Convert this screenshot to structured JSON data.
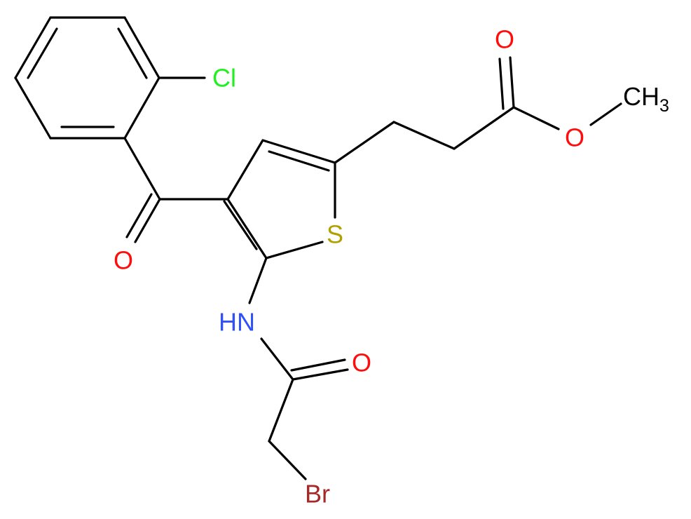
{
  "atoms": {
    "cl": "Cl",
    "o_ketone": "O",
    "s": "S",
    "nh": "HN",
    "o_amide": "O",
    "br": "Br",
    "o_carbonyl": "O",
    "o_ester": "O",
    "ch3_main": "CH",
    "ch3_sub": "3"
  },
  "colors": {
    "bond": "#000000",
    "carbon": "#000000",
    "oxygen": "#ff0d0d",
    "sulfur": "#b2a000",
    "nitrogen": "#3050f8",
    "chlorine": "#1ff01f",
    "bromine": "#a62929"
  }
}
